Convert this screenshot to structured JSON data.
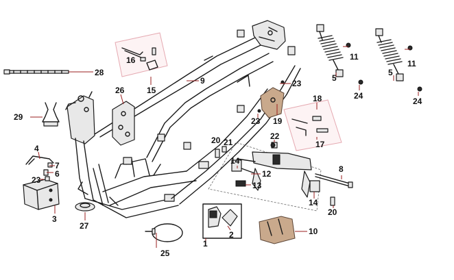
{
  "diagram": {
    "callouts": [
      {
        "id": "c1",
        "label": "1"
      },
      {
        "id": "c2",
        "label": "2"
      },
      {
        "id": "c3",
        "label": "3"
      },
      {
        "id": "c4",
        "label": "4"
      },
      {
        "id": "c5a",
        "label": "5"
      },
      {
        "id": "c5b",
        "label": "5"
      },
      {
        "id": "c6",
        "label": "6"
      },
      {
        "id": "c7",
        "label": "7"
      },
      {
        "id": "c8",
        "label": "8"
      },
      {
        "id": "c9",
        "label": "9"
      },
      {
        "id": "c10",
        "label": "10"
      },
      {
        "id": "c11a",
        "label": "11"
      },
      {
        "id": "c11b",
        "label": "11"
      },
      {
        "id": "c12",
        "label": "12"
      },
      {
        "id": "c13",
        "label": "13"
      },
      {
        "id": "c14a",
        "label": "14"
      },
      {
        "id": "c14b",
        "label": "14"
      },
      {
        "id": "c15",
        "label": "15"
      },
      {
        "id": "c16",
        "label": "16"
      },
      {
        "id": "c17",
        "label": "17"
      },
      {
        "id": "c18",
        "label": "18"
      },
      {
        "id": "c19",
        "label": "19"
      },
      {
        "id": "c20a",
        "label": "20"
      },
      {
        "id": "c20b",
        "label": "20"
      },
      {
        "id": "c21",
        "label": "21"
      },
      {
        "id": "c22",
        "label": "22"
      },
      {
        "id": "c23a",
        "label": "23"
      },
      {
        "id": "c23b",
        "label": "23"
      },
      {
        "id": "c23c",
        "label": "23"
      },
      {
        "id": "c24a",
        "label": "24"
      },
      {
        "id": "c24b",
        "label": "24"
      },
      {
        "id": "c25",
        "label": "25"
      },
      {
        "id": "c26",
        "label": "26"
      },
      {
        "id": "c27",
        "label": "27"
      },
      {
        "id": "c28",
        "label": "28"
      },
      {
        "id": "c29",
        "label": "29"
      }
    ]
  },
  "colors": {
    "leader_line": "#9a1e1e",
    "line_art": "#1a1a1a",
    "group_box": "#e5a9b1"
  }
}
